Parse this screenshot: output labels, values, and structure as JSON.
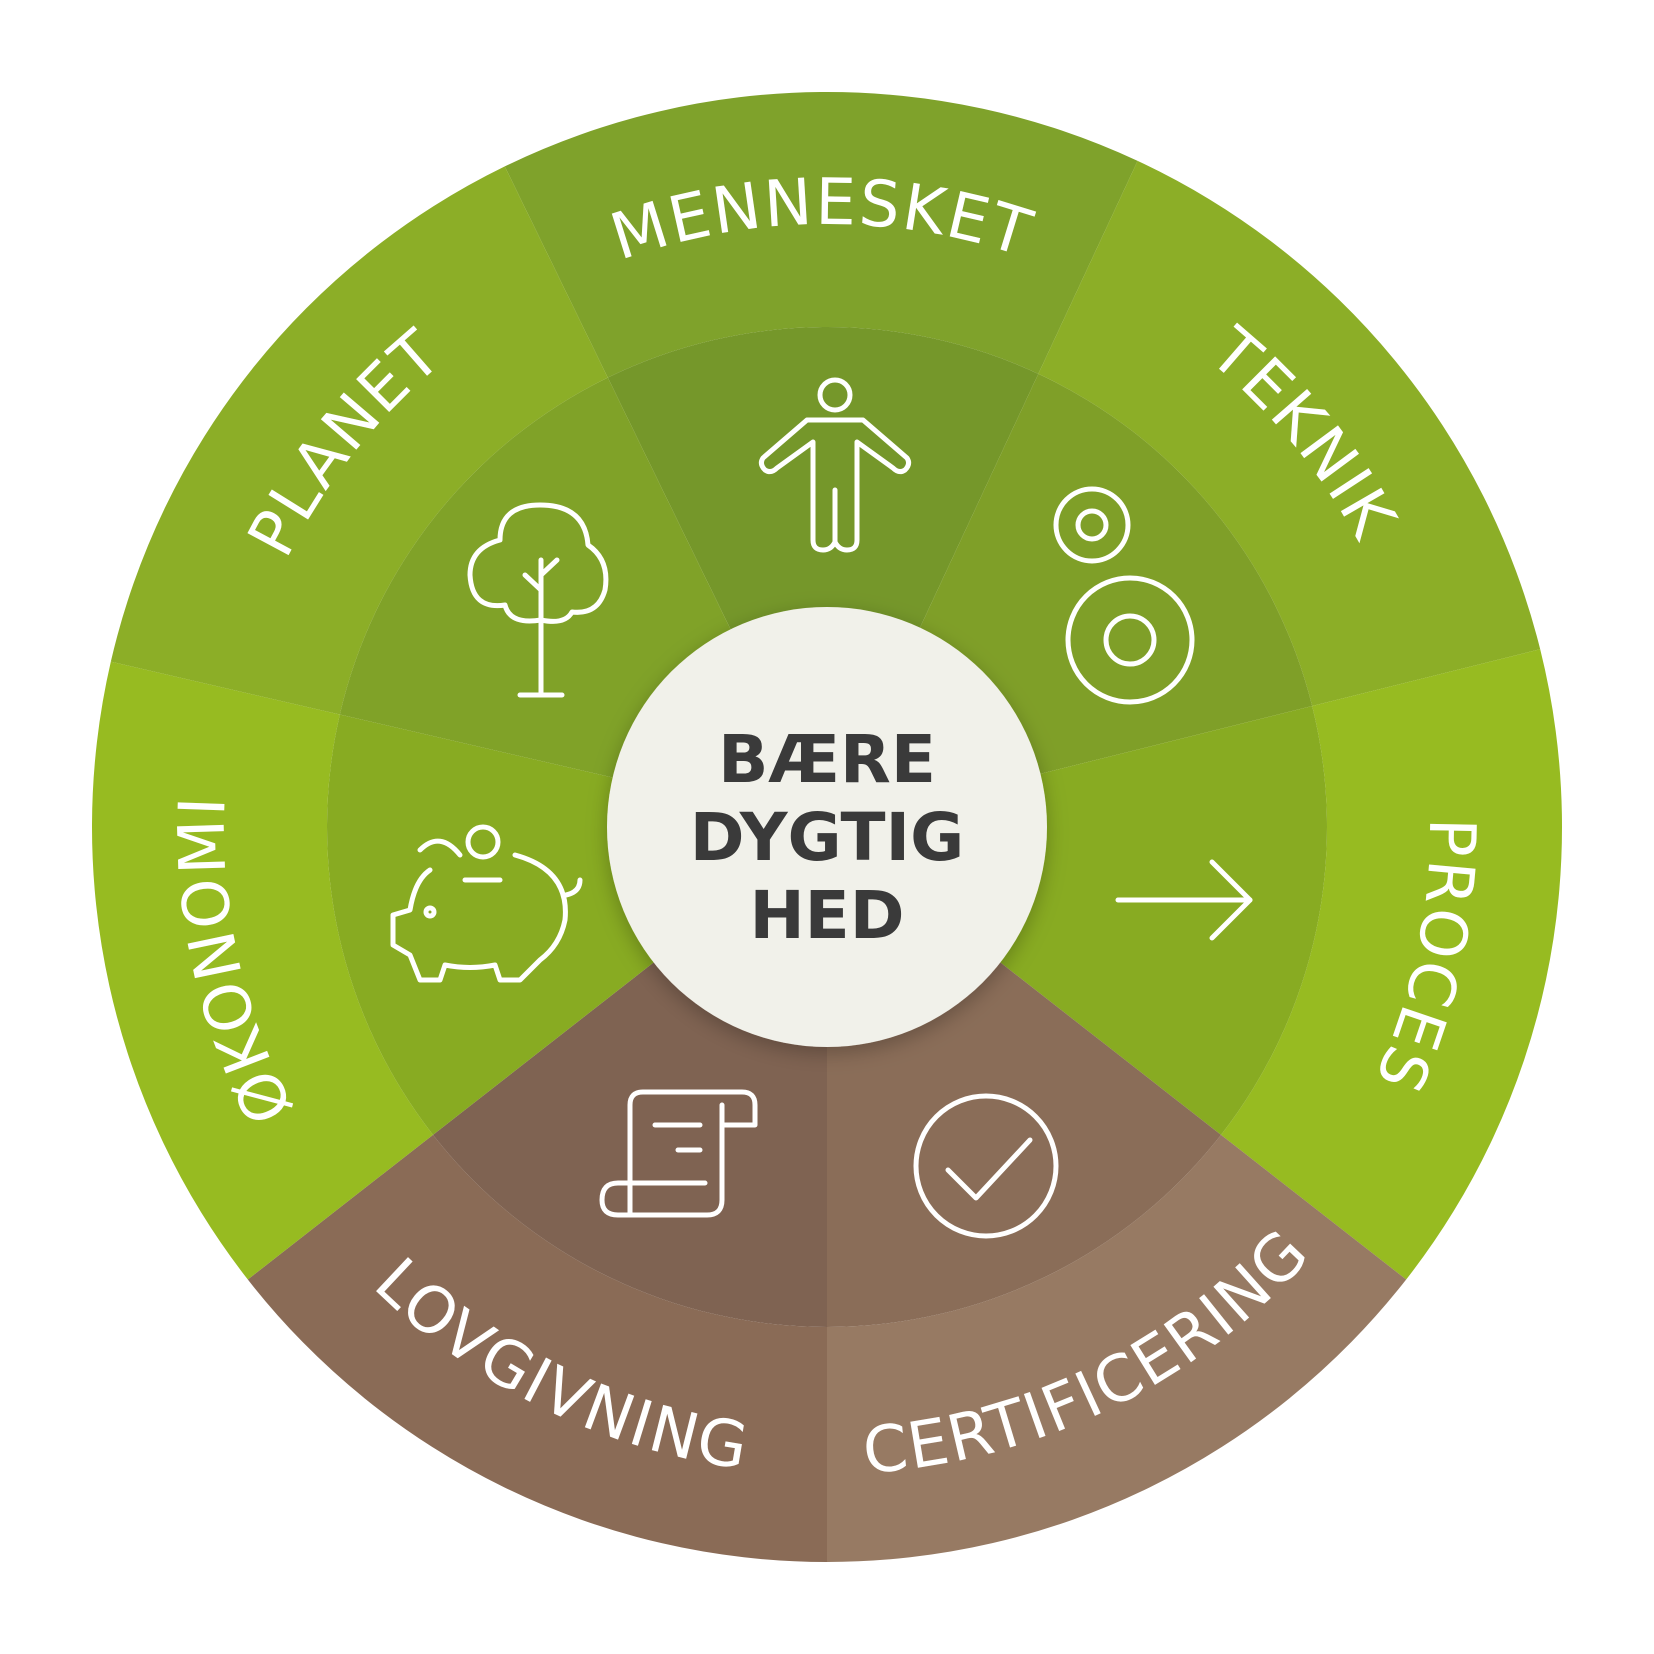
{
  "hub": {
    "lines": [
      "BÆRE",
      "DYGTIG",
      "HED"
    ]
  },
  "segments": [
    {
      "label": "MENNESKET",
      "icon": "person-icon",
      "outer_color": "#7fa22b",
      "inner_color": "#75972a"
    },
    {
      "label": "TEKNIK",
      "icon": "gears-icon",
      "outer_color": "#8cae27",
      "inner_color": "#7f9f28"
    },
    {
      "label": "PROCES",
      "icon": "arrow-right-icon",
      "outer_color": "#97bb21",
      "inner_color": "#88ab22"
    },
    {
      "label": "CERTIFICERING",
      "icon": "check-circle-icon",
      "outer_color": "#977a63",
      "inner_color": "#8a6d58"
    },
    {
      "label": "LOVGIVNING",
      "icon": "scroll-icon",
      "outer_color": "#8a6b56",
      "inner_color": "#7f6352"
    },
    {
      "label": "ØKONOMI",
      "icon": "piggy-bank-icon",
      "outer_color": "#97bb21",
      "inner_color": "#88ab22"
    },
    {
      "label": "PLANET",
      "icon": "tree-icon",
      "outer_color": "#8cae27",
      "inner_color": "#80a228"
    }
  ],
  "colors": {
    "hub_fill": "#f1f1ea",
    "hub_text": "#3a3a3a",
    "icon_stroke": "#ffffff"
  }
}
